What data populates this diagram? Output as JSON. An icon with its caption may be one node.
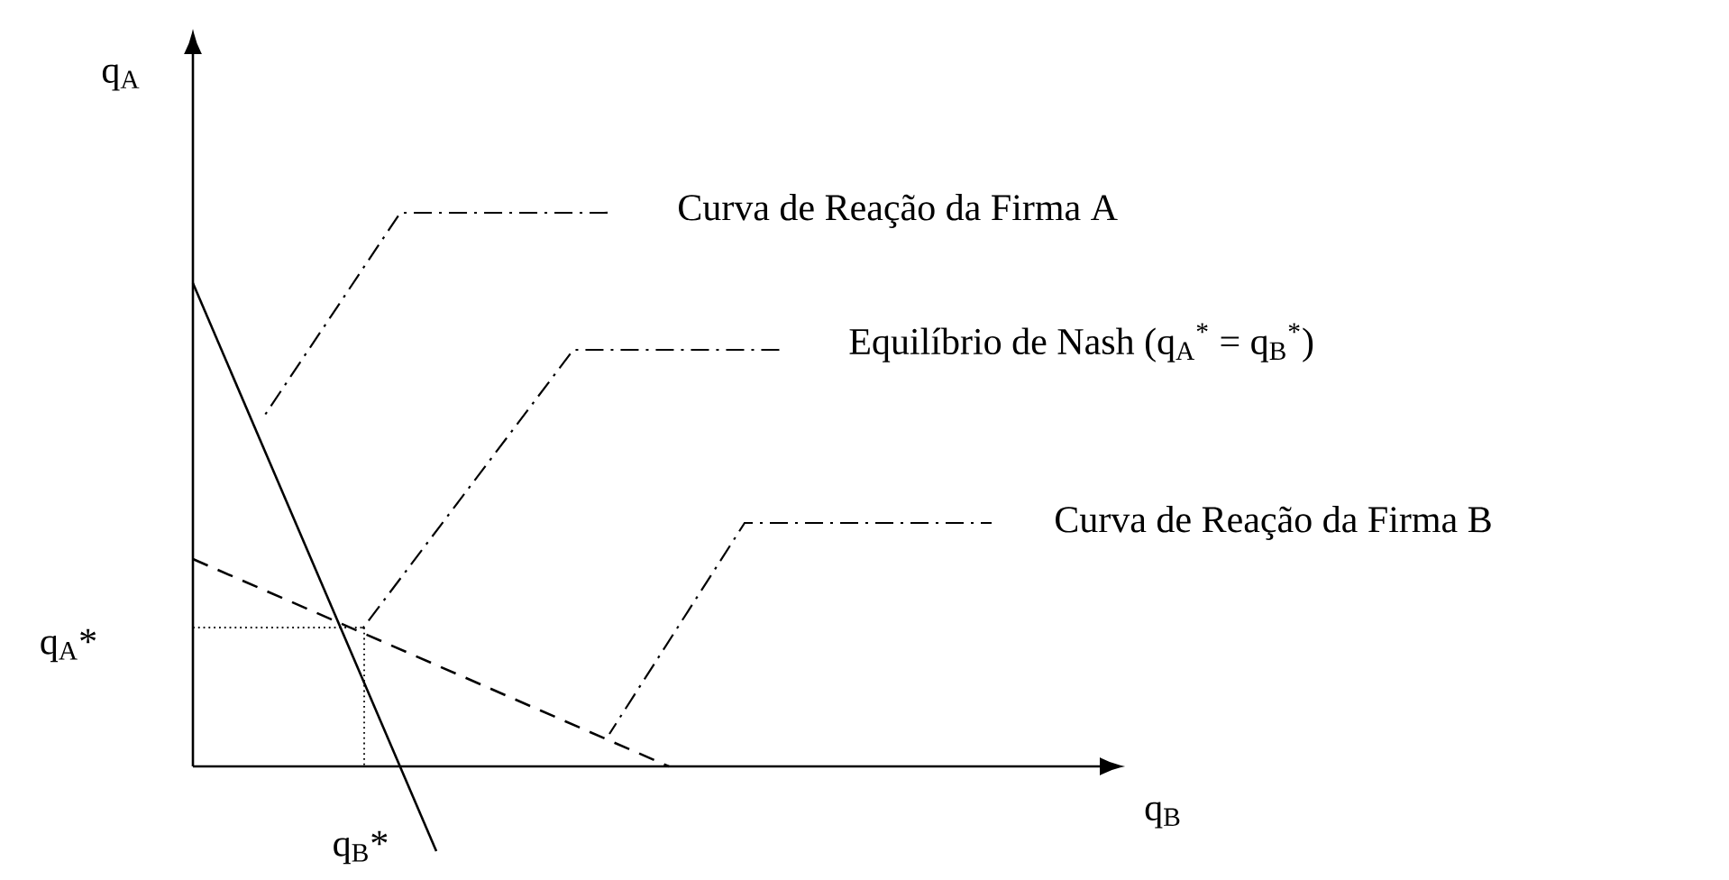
{
  "diagram": {
    "nodes": [
      {
        "text": [
          "Curva de Reação da Firma A"
        ]
      },
      {
        "text": [
          "Equilíbrio de Nash (q$_{A}$$^{*}$ = q$_{B}$$^{*}$)"
        ]
      },
      {
        "text": [
          "Curva de Reação da Firma B"
        ]
      }
    ],
    "edges": [
      {
        "from": 0,
        "to": null,
        "arrow": "none"
      },
      {
        "from": 1,
        "to": null,
        "arrow": "none"
      },
      {
        "from": 2,
        "to": null,
        "arrow": "none"
      }
    ],
    "labels": [
      "q$_{A}$",
      "q$_{A}$*",
      "q$_{B}$",
      "q$_{B}$*"
    ]
  }
}
